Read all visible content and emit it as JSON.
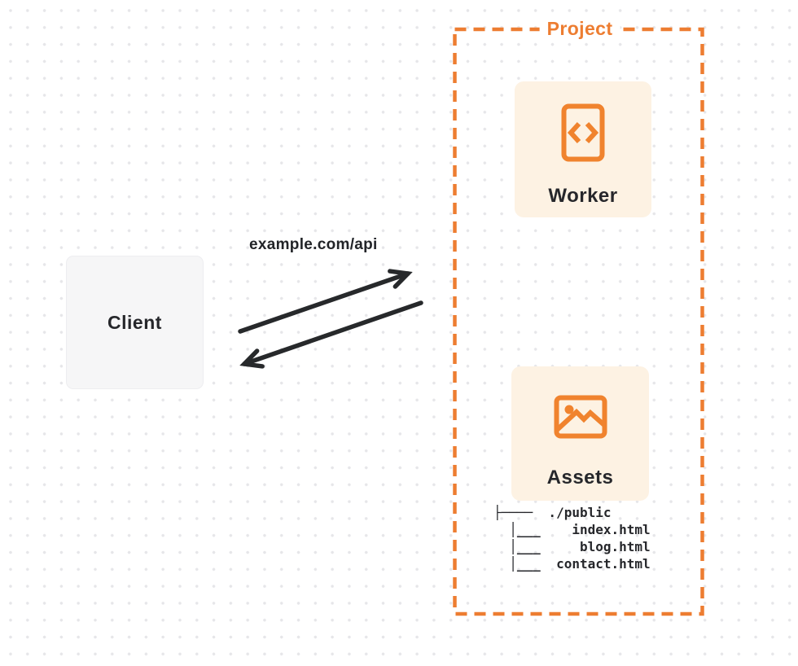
{
  "diagram": {
    "client": {
      "label": "Client"
    },
    "connection": {
      "request_label": "example.com/api"
    },
    "project": {
      "title": "Project",
      "worker": {
        "label": "Worker",
        "icon": "code-icon"
      },
      "assets": {
        "label": "Assets",
        "icon": "image-icon",
        "file_tree_text": "├────  ./public\n  │___    index.html\n  │___     blog.html\n  │___  contact.html",
        "file_tree_entries": [
          "./public",
          "index.html",
          "blog.html",
          "contact.html"
        ]
      }
    },
    "colors": {
      "accent_orange": "#ed7d31",
      "icon_orange": "#f0832e",
      "card_cream": "#fdf2e3",
      "card_gray": "#f6f6f7",
      "arrow_dark": "#27292b",
      "text_dark": "#26272b",
      "dot_grid": "#e6e6e9"
    }
  }
}
